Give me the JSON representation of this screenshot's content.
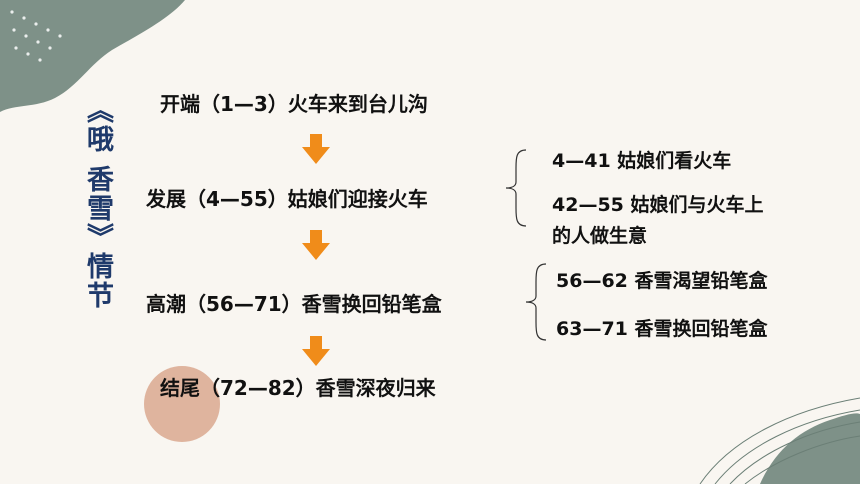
{
  "title": "《哦 香雪》情节",
  "plot": [
    {
      "label": "开端（1—3）火车来到台儿沟"
    },
    {
      "label": "发展（4—55）姑娘们迎接火车",
      "subs": [
        "4—41 姑娘们看火车",
        "42—55 姑娘们与火车上",
        "的人做生意"
      ]
    },
    {
      "label": "高潮（56—71）香雪换回铅笔盒",
      "subs": [
        "56—62 香雪渴望铅笔盒",
        "63—71 香雪换回铅笔盒"
      ]
    },
    {
      "label": "结尾（72—82）香雪深夜归来"
    }
  ],
  "colors": {
    "arrow": "#f08c1a",
    "title": "#1f3a6b",
    "leaf": "#7e9188",
    "circle": "#dba88f"
  }
}
